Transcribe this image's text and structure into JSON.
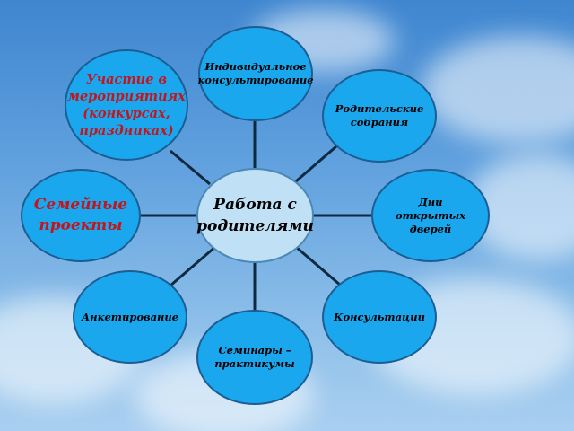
{
  "diagram": {
    "center": {
      "lines": [
        "Работа с",
        "родителями"
      ]
    },
    "nodes": [
      {
        "id": "individual-consulting",
        "lines": [
          "Индивидуальное",
          "консультирование"
        ]
      },
      {
        "id": "parent-meetings",
        "lines": [
          "Родительские",
          "собрания"
        ]
      },
      {
        "id": "open-days",
        "lines": [
          "Дни",
          "открытых дверей"
        ]
      },
      {
        "id": "consultations",
        "lines": [
          "Консультации"
        ]
      },
      {
        "id": "seminars",
        "lines": [
          "Семинары –",
          "практикумы"
        ]
      },
      {
        "id": "questionnaire",
        "lines": [
          "Анкетирование"
        ]
      },
      {
        "id": "family-projects",
        "lines": [
          "Семейные",
          "проекты"
        ]
      },
      {
        "id": "events-participation",
        "lines": [
          "Участие в",
          "мероприятиях",
          "(конкурсах,",
          "праздниках)"
        ]
      }
    ],
    "colors": {
      "node_fill": "#1aa7ee",
      "node_border": "#1a5e94",
      "center_fill": "#bfe0f5",
      "connector": "#0f2a40",
      "highlight_text": "#c4151b"
    }
  }
}
